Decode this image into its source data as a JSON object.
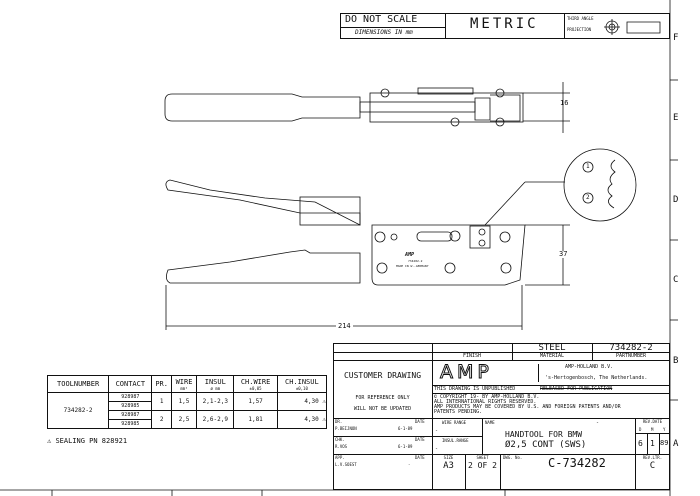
{
  "header": {
    "do_not_scale": "DO NOT SCALE",
    "dimensions": "DIMENSIONS IN mm",
    "metric": "METRIC",
    "projection_line1": "THIRD ANGLE",
    "projection_line2": "PROJECTION"
  },
  "zone_letters": [
    "F",
    "E",
    "D",
    "C",
    "B",
    "A"
  ],
  "dimensions": {
    "width": "16",
    "height": "37",
    "length": "214"
  },
  "detail_labels": [
    "1",
    "2"
  ],
  "tool_marking": {
    "logo": "AMP",
    "part": "734282-2",
    "origin": "MADE IN W.-GERMANY"
  },
  "tool_table": {
    "headers": [
      "TOOLNUMBER",
      "CONTACT",
      "PR.",
      "WIRE",
      "INSUL",
      "CH.WIRE",
      "CH.INSUL"
    ],
    "subheaders": [
      "",
      "",
      "",
      "mm²",
      "ø mm",
      "±0,05",
      "±0,10"
    ],
    "toolnumber": "734282-2",
    "rows": [
      {
        "contacts": [
          "928987",
          "928985"
        ],
        "pr": "1",
        "wire": "1,5",
        "insul": "2,1-2,3",
        "ch_wire": "1,57",
        "ch_insul": "4,30"
      },
      {
        "contacts": [
          "928987",
          "928985"
        ],
        "pr": "2",
        "wire": "2,5",
        "insul": "2,6-2,9",
        "ch_wire": "1,81",
        "ch_insul": "4,30"
      }
    ]
  },
  "sealing_note": "SEALING PN 828921",
  "title_block": {
    "finish_label": "FINISH",
    "material_label": "MATERIAL",
    "partnumber_label": "PARTNUMBER",
    "material": "STEEL",
    "partnumber": "734282-2",
    "customer_drawing": "CUSTOMER DRAWING",
    "reference_only": "FOR REFERENCE ONLY",
    "not_updated": "WILL NOT BE UPDATED",
    "logo": "AMP",
    "company": "AMP-HOLLAND B.V.",
    "location": "'s-Hertogenbosch, The Netherlands.",
    "unpublished": "THIS DRAWING IS UNPUBLISHED",
    "released": "RELEASED FOR PUBLICATION",
    "copyright": [
      "© COPYRIGHT 19-      BY AMP-HOLLAND B.V.",
      "ALL INTERNATIONAL RIGHTS RESERVED.",
      "AMP PRODUCTS MAY BE COVERED BY U.S. AND FOREIGN PATENTS AND/OR",
      "PATENTS PENDING."
    ],
    "dr_label": "DR.",
    "dr_name": "P.BEIJNON",
    "dr_date": "6-1-89",
    "chk_label": "CHK.",
    "chk_name": "R.VOS",
    "chk_date": "6-1-89",
    "app_label": "APP.",
    "app_name": "L.V.SOEST",
    "app_date": "-",
    "date_label": "DATE",
    "wire_range_label": "WIRE RANGE",
    "wire_range": "-",
    "insul_range_label": "INSUL.RANGE",
    "insul_range": "-",
    "name_label": "NAME",
    "name_dash": "-",
    "name_line1": "HANDTOOL FOR BMW",
    "name_line2": "Ø2,5 CONT (SWS)",
    "rev_date_label": "REV.DATE",
    "rev_date_cols": [
      "D",
      "M",
      "Y"
    ],
    "rev_date": [
      "6",
      "1",
      "89"
    ],
    "size_label": "SIZE",
    "size": "A3",
    "sheet_label": "SHEET",
    "sheet": "2 OF 2",
    "dwg_label": "DWG. No.",
    "dwg_no": "C-734282",
    "rev_ltr_label": "REV.LTR.",
    "rev_ltr": "C"
  }
}
